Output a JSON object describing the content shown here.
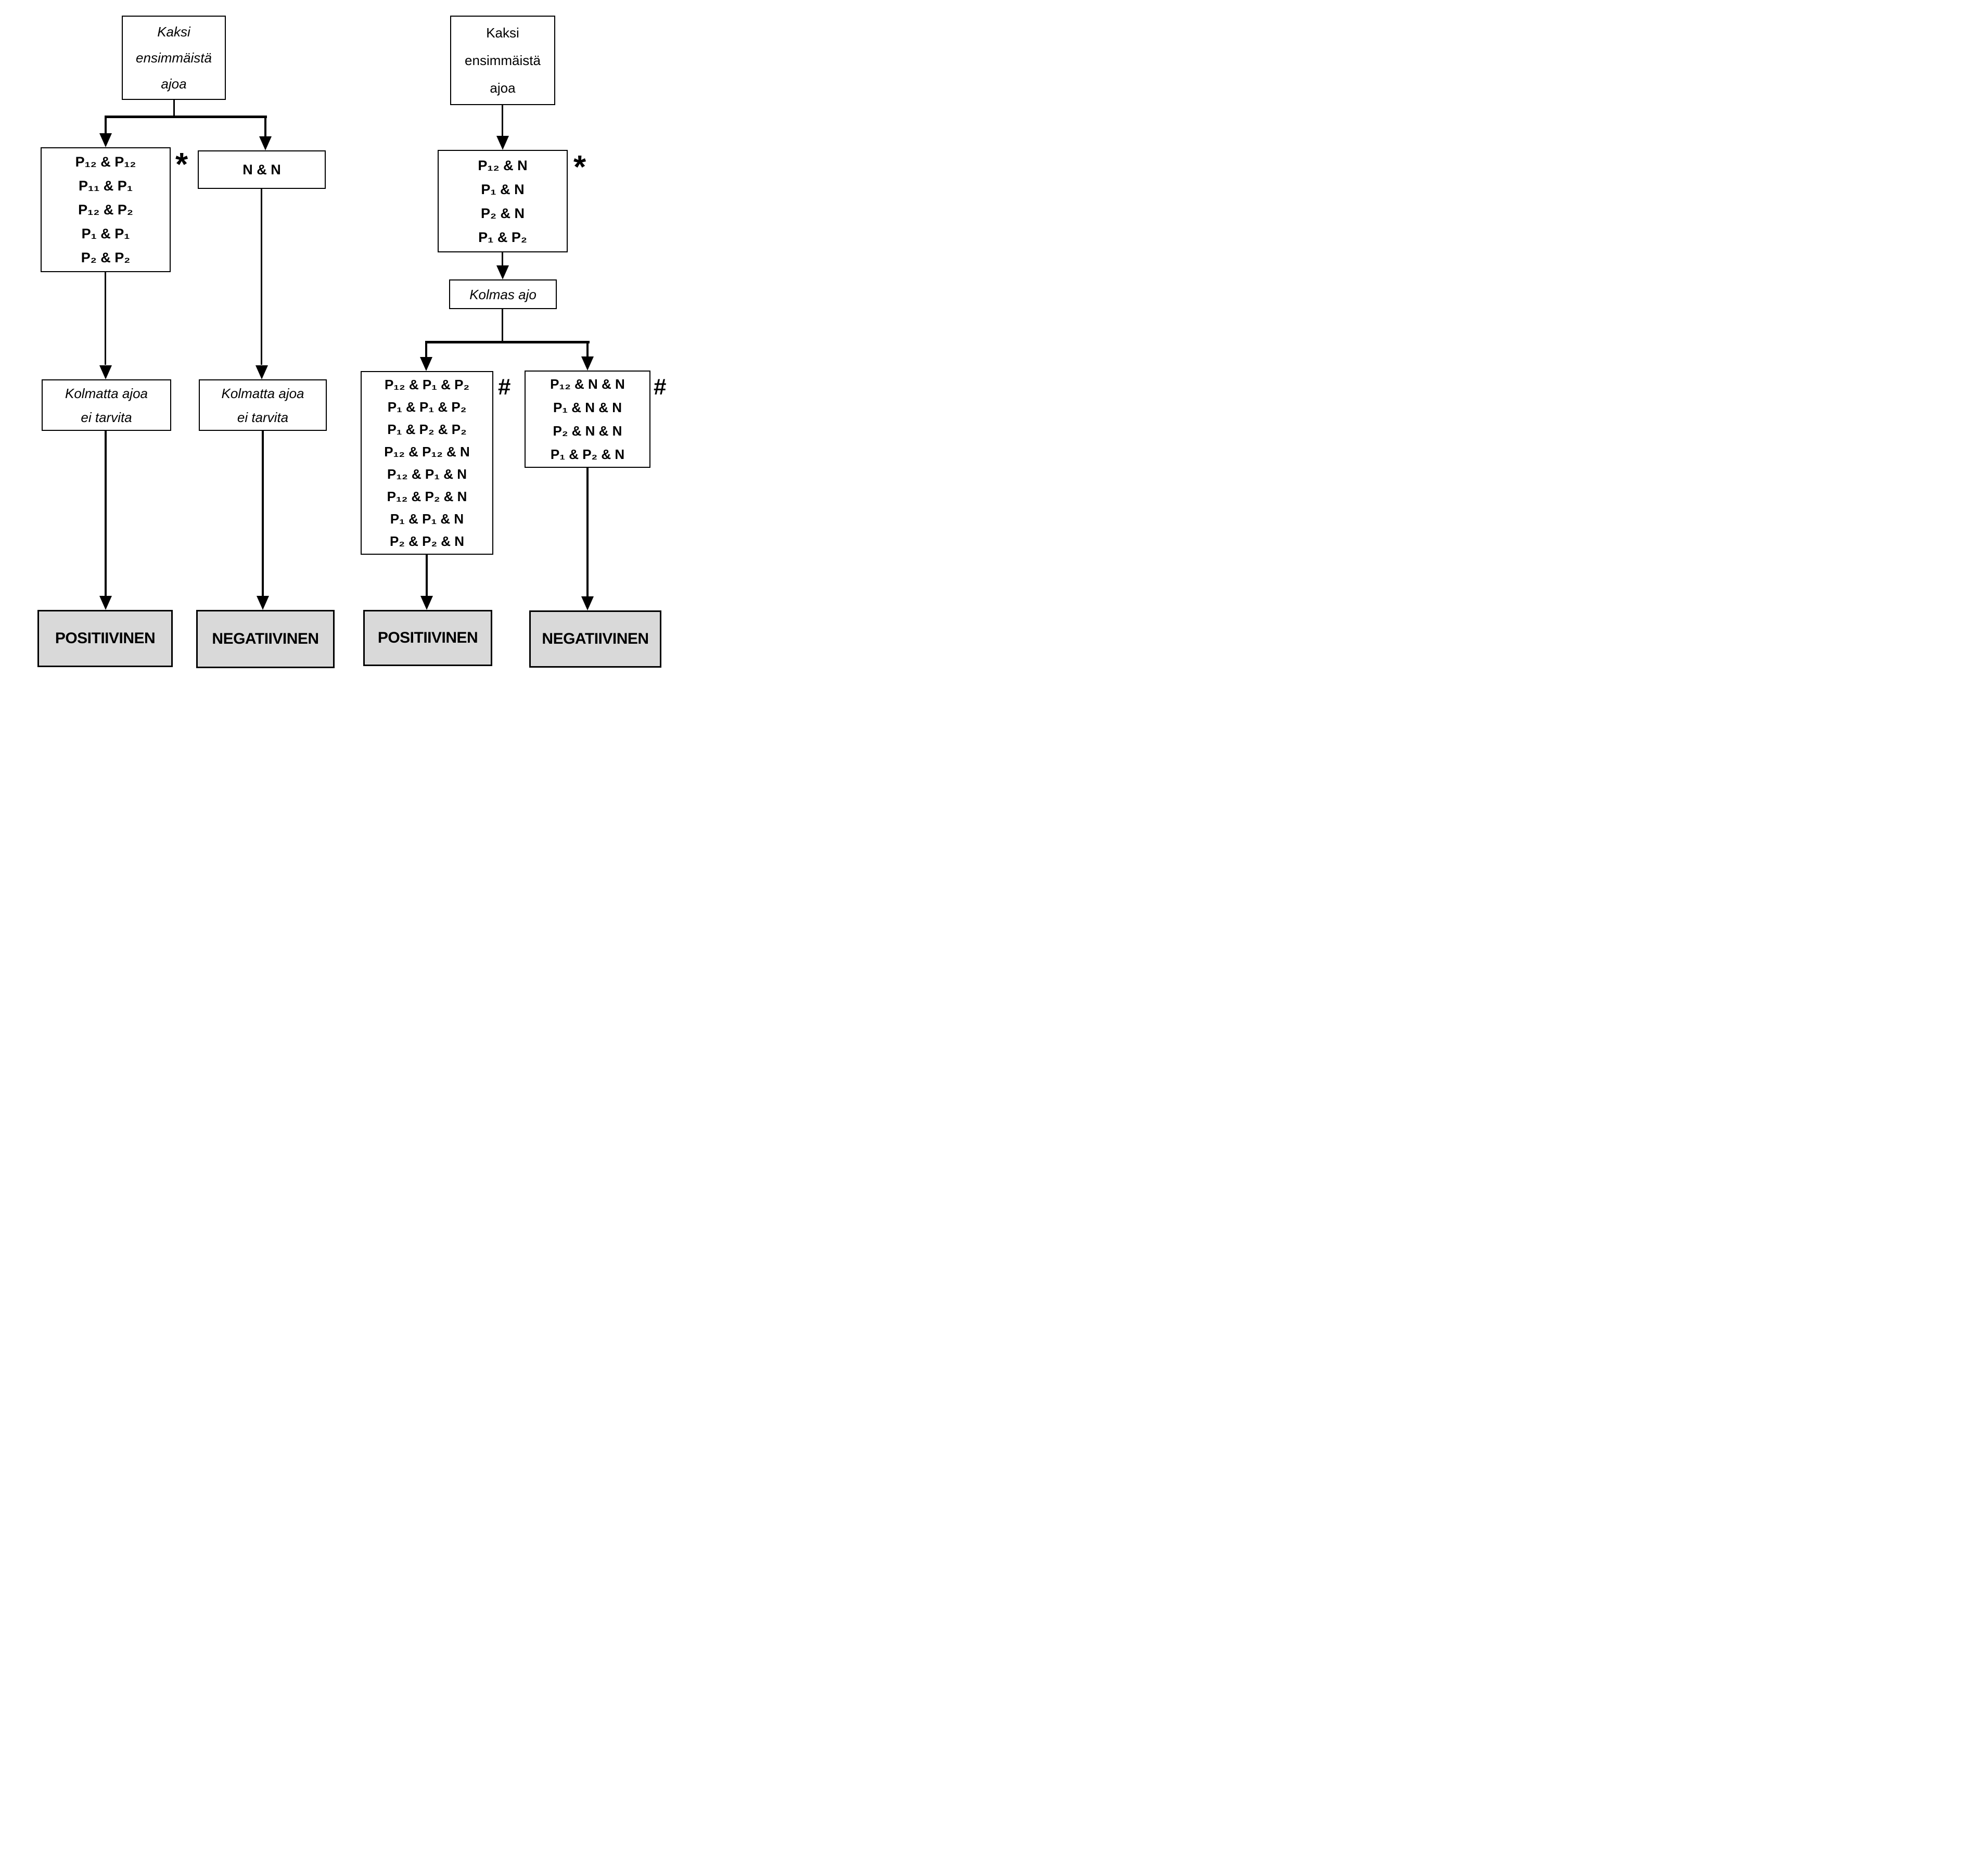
{
  "colors": {
    "line": "#000000",
    "box_fill": "#ffffff",
    "result_fill": "#d9d9d9",
    "background": "#ffffff"
  },
  "left_tree": {
    "root": {
      "lines": [
        "Kaksi",
        "ensimmäistä",
        "ajoa"
      ]
    },
    "positive_pair_box": {
      "lines": [
        "P₁₂ & P₁₂",
        "P₁₁ & P₁",
        "P₁₂ & P₂",
        "P₁ & P₁",
        "P₂ & P₂"
      ],
      "marker": "*"
    },
    "negative_pair_box": {
      "label": "N & N"
    },
    "no_third_run_positive": {
      "lines": [
        "Kolmatta ajoa",
        "ei tarvita"
      ]
    },
    "no_third_run_negative": {
      "lines": [
        "Kolmatta ajoa",
        "ei tarvita"
      ]
    },
    "result_positive": "POSITIIVINEN",
    "result_negative": "NEGATIIVINEN"
  },
  "right_tree": {
    "root": {
      "lines": [
        "Kaksi",
        "ensimmäistä",
        "ajoa"
      ]
    },
    "mixed_pair_box": {
      "lines": [
        "P₁₂ & N",
        "P₁ & N",
        "P₂ & N",
        "P₁ & P₂"
      ],
      "marker": "*"
    },
    "third_run_box": {
      "label": "Kolmas ajo"
    },
    "third_run_positive_box": {
      "lines": [
        "P₁₂ & P₁ & P₂",
        "P₁ & P₁ & P₂",
        "P₁ & P₂ & P₂",
        "P₁₂ & P₁₂ & N",
        "P₁₂ & P₁ & N",
        "P₁₂ & P₂ & N",
        "P₁ & P₁ & N",
        "P₂ & P₂ & N"
      ],
      "marker": "#"
    },
    "third_run_negative_box": {
      "lines": [
        "P₁₂ & N & N",
        "P₁ & N & N",
        "P₂ & N & N",
        "P₁ & P₂ & N"
      ],
      "marker": "#"
    },
    "result_positive": "POSITIIVINEN",
    "result_negative": "NEGATIIVINEN"
  }
}
